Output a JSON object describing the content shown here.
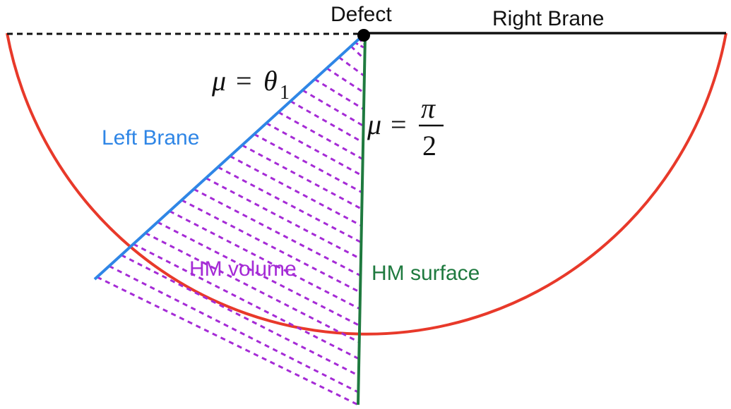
{
  "labels": {
    "defect": "Defect",
    "right_brane": "Right Brane",
    "left_brane": "Left Brane",
    "hm_volume": "HM volume",
    "hm_surface": "HM surface"
  },
  "equations": {
    "left": {
      "lhs": "μ",
      "eq": "=",
      "symbol": "θ",
      "subscript": "1"
    },
    "right": {
      "lhs": "μ",
      "eq": "=",
      "numerator": "π",
      "denominator": "2"
    }
  },
  "colors": {
    "boundary": "#e8392a",
    "left_brane": "#2f86e6",
    "hm_surface": "#1f7a3f",
    "hm_volume": "#a52bd6",
    "right_brane": "#111111",
    "dashed_boundary": "#111111",
    "defect_point": "#000000"
  }
}
